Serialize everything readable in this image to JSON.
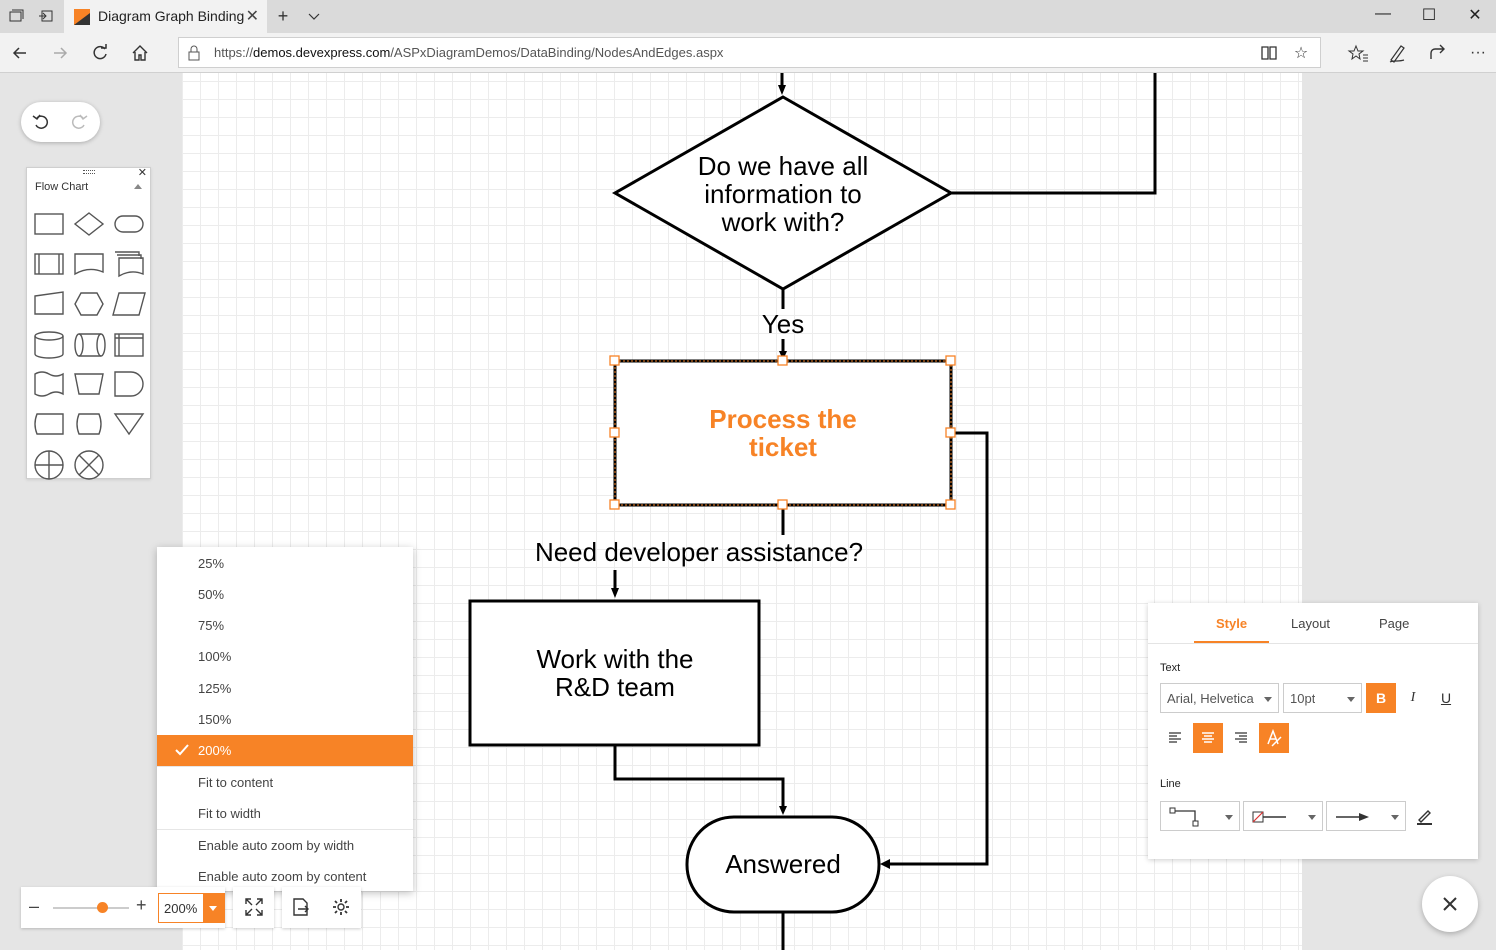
{
  "browser": {
    "tab_title": "Diagram Graph Binding",
    "url_prefix": "https://",
    "url_host": "demos.devexpress.com",
    "url_path": "/ASPxDiagramDemos/DataBinding/NodesAndEdges.aspx",
    "accent": "#f78326"
  },
  "toolbox": {
    "title": "Flow Chart"
  },
  "diagram": {
    "decision_text": [
      "Do we have all",
      "information to",
      "work with?"
    ],
    "yes_label": "Yes",
    "process_text": [
      "Process the",
      "ticket"
    ],
    "assist_label": "Need developer assistance?",
    "rd_text": [
      "Work with the",
      "R&D team"
    ],
    "answered_text": "Answered"
  },
  "zoom_menu": {
    "items": [
      "25%",
      "50%",
      "75%",
      "100%",
      "125%",
      "150%",
      "200%",
      "Fit to content",
      "Fit to width",
      "Enable auto zoom by width",
      "Enable auto zoom by content"
    ],
    "selected": "200%"
  },
  "zoom_bar": {
    "value": "200%",
    "slider_level": 0.65
  },
  "properties": {
    "tabs": [
      "Style",
      "Layout",
      "Page"
    ],
    "active_tab": "Style",
    "text_label": "Text",
    "font_family": "Arial, Helvetica",
    "font_size": "10pt",
    "line_label": "Line"
  }
}
